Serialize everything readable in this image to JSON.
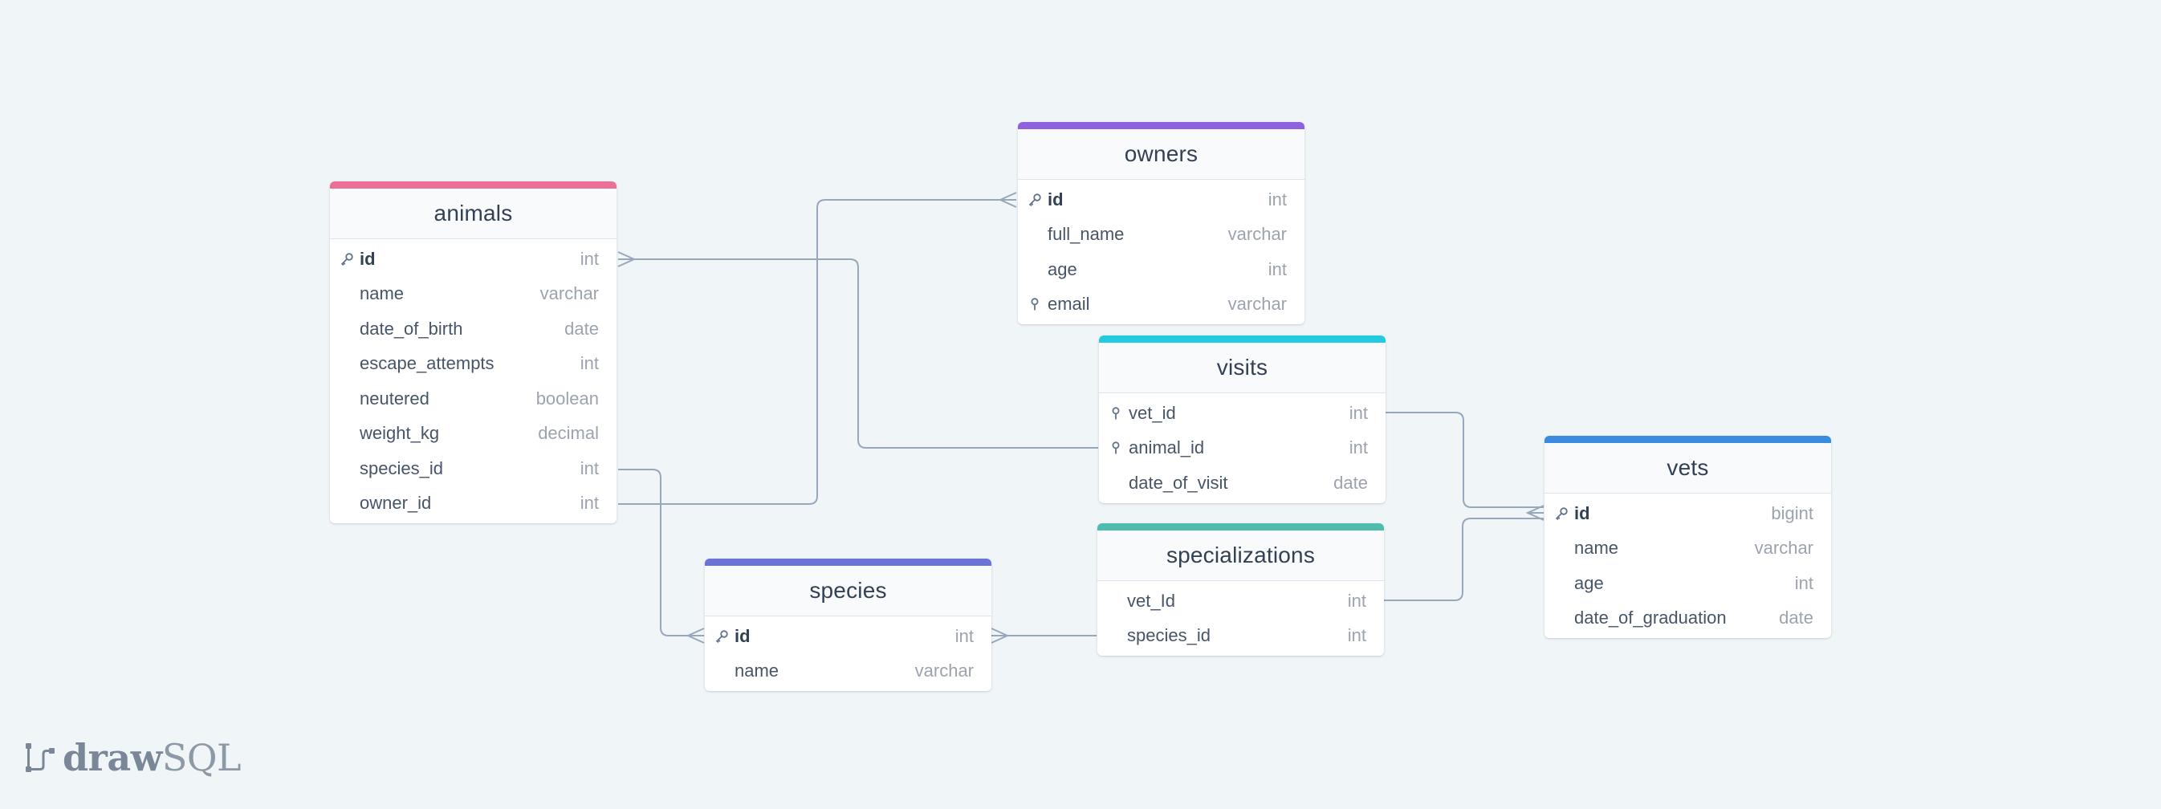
{
  "brand": {
    "word_bold": "draw",
    "word_light": "SQL",
    "logo_icon": "drawsql-logo-icon"
  },
  "colors": {
    "animals": "#ec6f98",
    "owners": "#9061de",
    "visits": "#22cbe0",
    "vets": "#3b8ce0",
    "specializations": "#4fbcad",
    "species": "#6b74d6",
    "connector": "#98a8bc",
    "background": "#f0f5f8"
  },
  "tables": {
    "animals": {
      "title": "animals",
      "columns": [
        {
          "name": "id",
          "type": "int",
          "icon": "key-icon",
          "pk": true
        },
        {
          "name": "name",
          "type": "varchar"
        },
        {
          "name": "date_of_birth",
          "type": "date"
        },
        {
          "name": "escape_attempts",
          "type": "int"
        },
        {
          "name": "neutered",
          "type": "boolean"
        },
        {
          "name": "weight_kg",
          "type": "decimal"
        },
        {
          "name": "species_id",
          "type": "int"
        },
        {
          "name": "owner_id",
          "type": "int"
        }
      ]
    },
    "owners": {
      "title": "owners",
      "columns": [
        {
          "name": "id",
          "type": "int",
          "icon": "key-icon",
          "pk": true
        },
        {
          "name": "full_name",
          "type": "varchar"
        },
        {
          "name": "age",
          "type": "int"
        },
        {
          "name": "email",
          "type": "varchar",
          "icon": "index-icon"
        }
      ]
    },
    "visits": {
      "title": "visits",
      "columns": [
        {
          "name": "vet_id",
          "type": "int",
          "icon": "index-icon"
        },
        {
          "name": "animal_id",
          "type": "int",
          "icon": "index-icon"
        },
        {
          "name": "date_of_visit",
          "type": "date"
        }
      ]
    },
    "vets": {
      "title": "vets",
      "columns": [
        {
          "name": "id",
          "type": "bigint",
          "icon": "key-icon",
          "pk": true
        },
        {
          "name": "name",
          "type": "varchar"
        },
        {
          "name": "age",
          "type": "int"
        },
        {
          "name": "date_of_graduation",
          "type": "date"
        }
      ]
    },
    "specializations": {
      "title": "specializations",
      "columns": [
        {
          "name": "vet_Id",
          "type": "int"
        },
        {
          "name": "species_id",
          "type": "int"
        }
      ]
    },
    "species": {
      "title": "species",
      "columns": [
        {
          "name": "id",
          "type": "int",
          "icon": "key-icon",
          "pk": true
        },
        {
          "name": "name",
          "type": "varchar"
        }
      ]
    }
  },
  "relations": [
    {
      "from": "animals.owner_id",
      "to": "owners.id"
    },
    {
      "from": "visits.animal_id",
      "to": "animals.id"
    },
    {
      "from": "animals.species_id",
      "to": "species.id"
    },
    {
      "from": "specializations.species_id",
      "to": "species.id"
    },
    {
      "from": "visits.vet_id",
      "to": "vets.id"
    },
    {
      "from": "specializations.vet_Id",
      "to": "vets.id"
    }
  ]
}
